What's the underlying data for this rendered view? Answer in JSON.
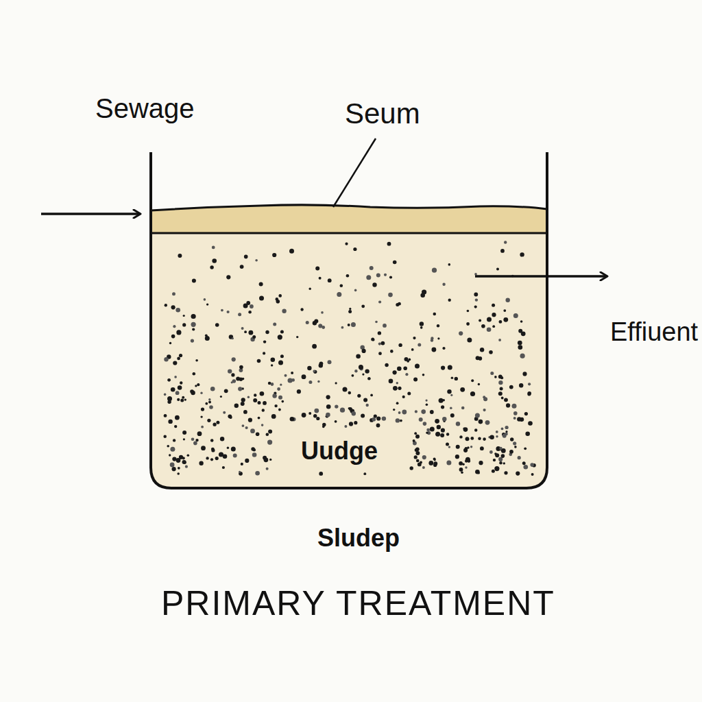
{
  "diagram": {
    "title": "PRIMARY TREATMENT",
    "nodes": [
      {
        "text": [
          "Uudge"
        ]
      }
    ],
    "labels": [
      "Sewage",
      "Seum",
      "Effiuent",
      "Sludep"
    ]
  }
}
